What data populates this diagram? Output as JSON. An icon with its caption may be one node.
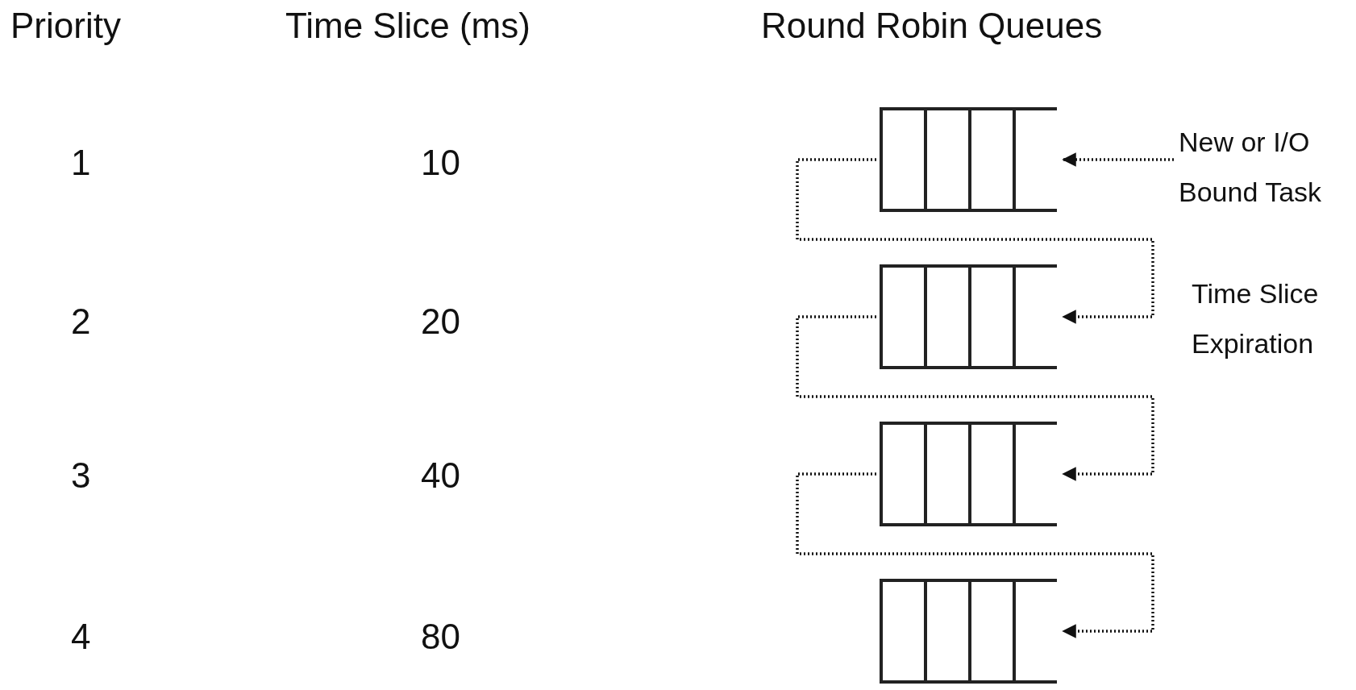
{
  "diagram": {
    "nodes": [
      {
        "text": [
          "New or I/O Bound Task"
        ]
      },
      {
        "text": [],
        "shape": "queue"
      },
      {
        "text": [],
        "shape": "queue"
      },
      {
        "text": [],
        "shape": "queue"
      },
      {
        "text": [],
        "shape": "queue"
      }
    ],
    "edges": [
      {
        "from": 0,
        "to": 1,
        "arrow": "to"
      },
      {
        "from": 1,
        "to": 2,
        "arrow": "to",
        "label": "Time Slice Expiration"
      },
      {
        "from": 2,
        "to": 3,
        "arrow": "to"
      },
      {
        "from": 3,
        "to": 4,
        "arrow": "to"
      }
    ],
    "labels": [
      "Priority",
      "Time Slice (ms)",
      "Round Robin Queues",
      "1",
      "10",
      "2",
      "20",
      "3",
      "40",
      "4",
      "80"
    ]
  }
}
